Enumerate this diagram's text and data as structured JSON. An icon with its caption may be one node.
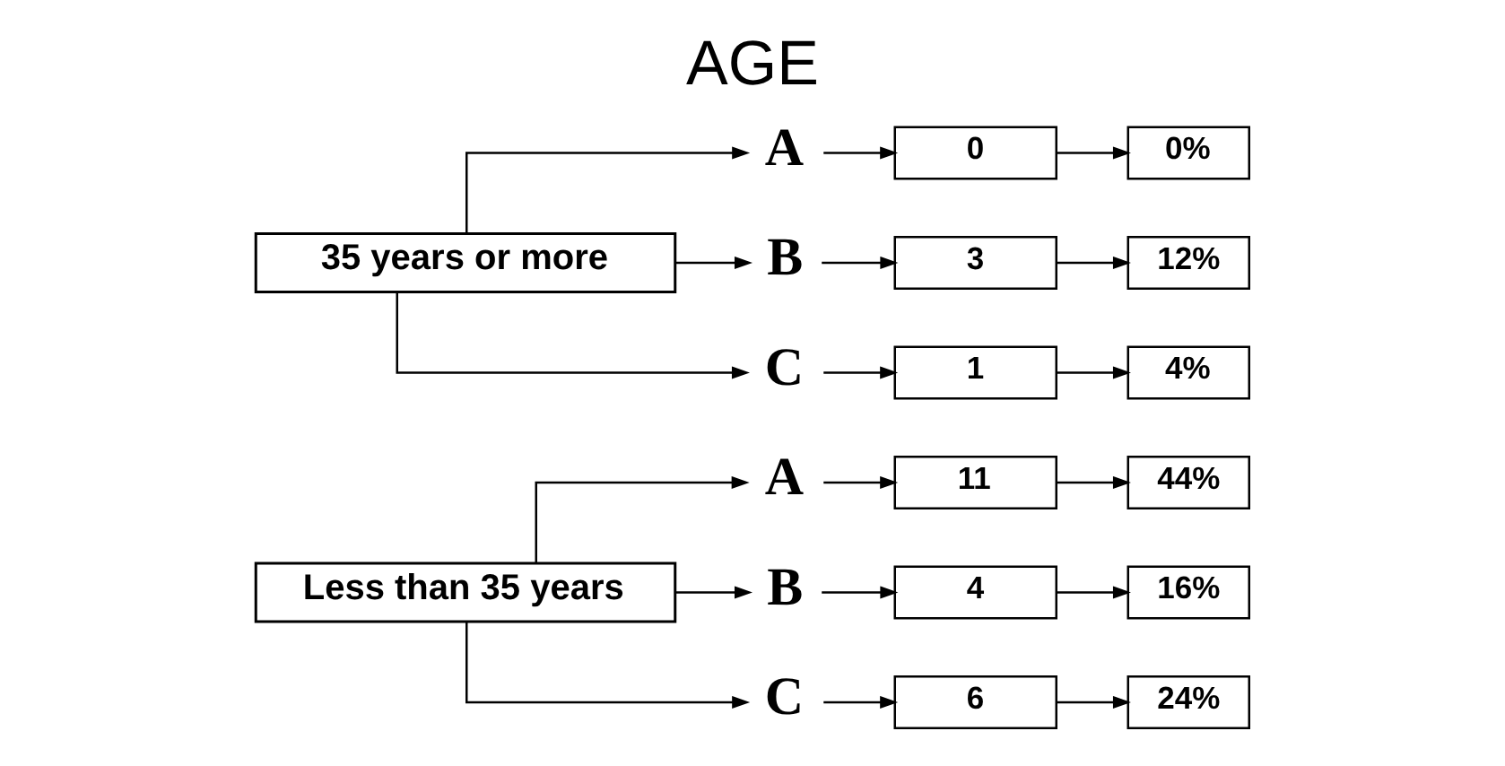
{
  "diagram": {
    "title": "AGE",
    "nodes": [
      {
        "text": [
          "Less than 35 years"
        ]
      },
      {
        "text": [
          "A"
        ]
      },
      {
        "text": [
          "11"
        ]
      },
      {
        "text": [
          "44%"
        ]
      },
      {
        "text": [
          "B"
        ]
      },
      {
        "text": [
          "4"
        ]
      },
      {
        "text": [
          "16%"
        ]
      },
      {
        "text": [
          "C"
        ]
      },
      {
        "text": [
          "6"
        ]
      },
      {
        "text": [
          "24%"
        ]
      },
      {
        "text": [
          "35 years or more"
        ]
      },
      {
        "text": [
          "A"
        ]
      },
      {
        "text": [
          "0"
        ]
      },
      {
        "text": [
          "0%"
        ]
      },
      {
        "text": [
          "B"
        ]
      },
      {
        "text": [
          "3"
        ]
      },
      {
        "text": [
          "12%"
        ]
      },
      {
        "text": [
          "C"
        ]
      },
      {
        "text": [
          "1"
        ]
      },
      {
        "text": [
          "4%"
        ]
      }
    ],
    "edges": [
      {
        "from": 0,
        "to": 1,
        "arrow": "to"
      },
      {
        "from": 0,
        "to": 4,
        "arrow": "to"
      },
      {
        "from": 0,
        "to": 7,
        "arrow": "to"
      },
      {
        "from": 1,
        "to": 2,
        "arrow": "to"
      },
      {
        "from": 2,
        "to": 3,
        "arrow": "to"
      },
      {
        "from": 4,
        "to": 5,
        "arrow": "to"
      },
      {
        "from": 5,
        "to": 6,
        "arrow": "to"
      },
      {
        "from": 7,
        "to": 8,
        "arrow": "to"
      },
      {
        "from": 8,
        "to": 9,
        "arrow": "to"
      },
      {
        "from": 10,
        "to": 11,
        "arrow": "to"
      },
      {
        "from": 10,
        "to": 14,
        "arrow": "to"
      },
      {
        "from": 10,
        "to": 17,
        "arrow": "to"
      },
      {
        "from": 11,
        "to": 12,
        "arrow": "to"
      },
      {
        "from": 12,
        "to": 13,
        "arrow": "to"
      },
      {
        "from": 14,
        "to": 15,
        "arrow": "to"
      },
      {
        "from": 15,
        "to": 16,
        "arrow": "to"
      },
      {
        "from": 17,
        "to": 18,
        "arrow": "to"
      },
      {
        "from": 18,
        "to": 19,
        "arrow": "to"
      }
    ]
  }
}
